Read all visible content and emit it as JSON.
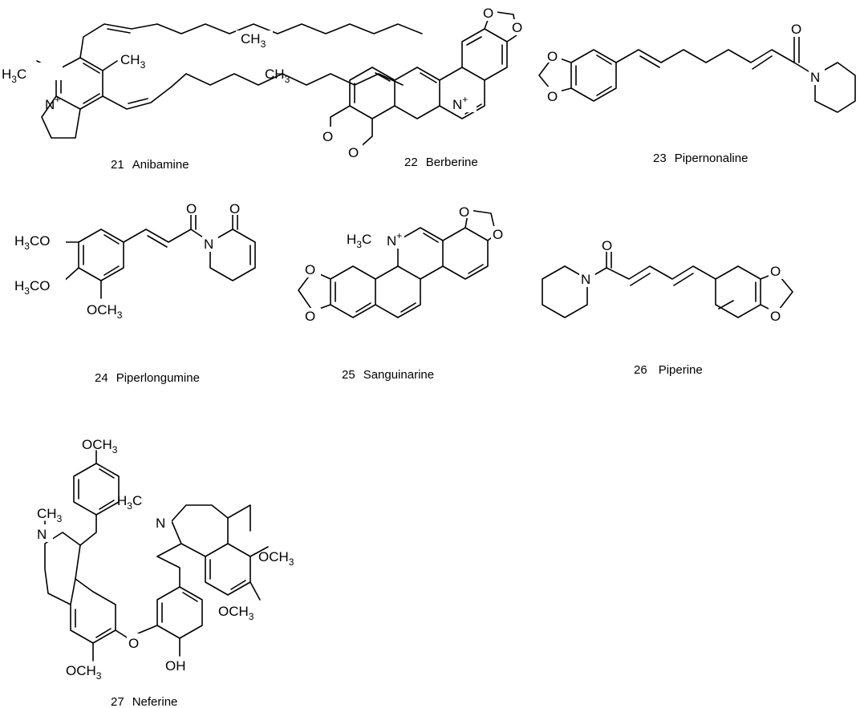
{
  "compounds": [
    {
      "number": "21",
      "name": "Anibamine"
    },
    {
      "number": "22",
      "name": "Berberine"
    },
    {
      "number": "23",
      "name": "Pipernonaline"
    },
    {
      "number": "24",
      "name": "Piperlongumine"
    },
    {
      "number": "25",
      "name": "Sanguinarine"
    },
    {
      "number": "26",
      "name": "Piperine"
    },
    {
      "number": "27",
      "name": "Neferine"
    }
  ],
  "labels": {
    "ch3": "CH3",
    "h3c": "H3C",
    "n": "N",
    "n_plus": "N+",
    "o": "O",
    "och3": "OCH3",
    "h3co": "H3CO",
    "oh": "OH"
  },
  "colors": {
    "ink": "#000000",
    "background": "#ffffff"
  }
}
